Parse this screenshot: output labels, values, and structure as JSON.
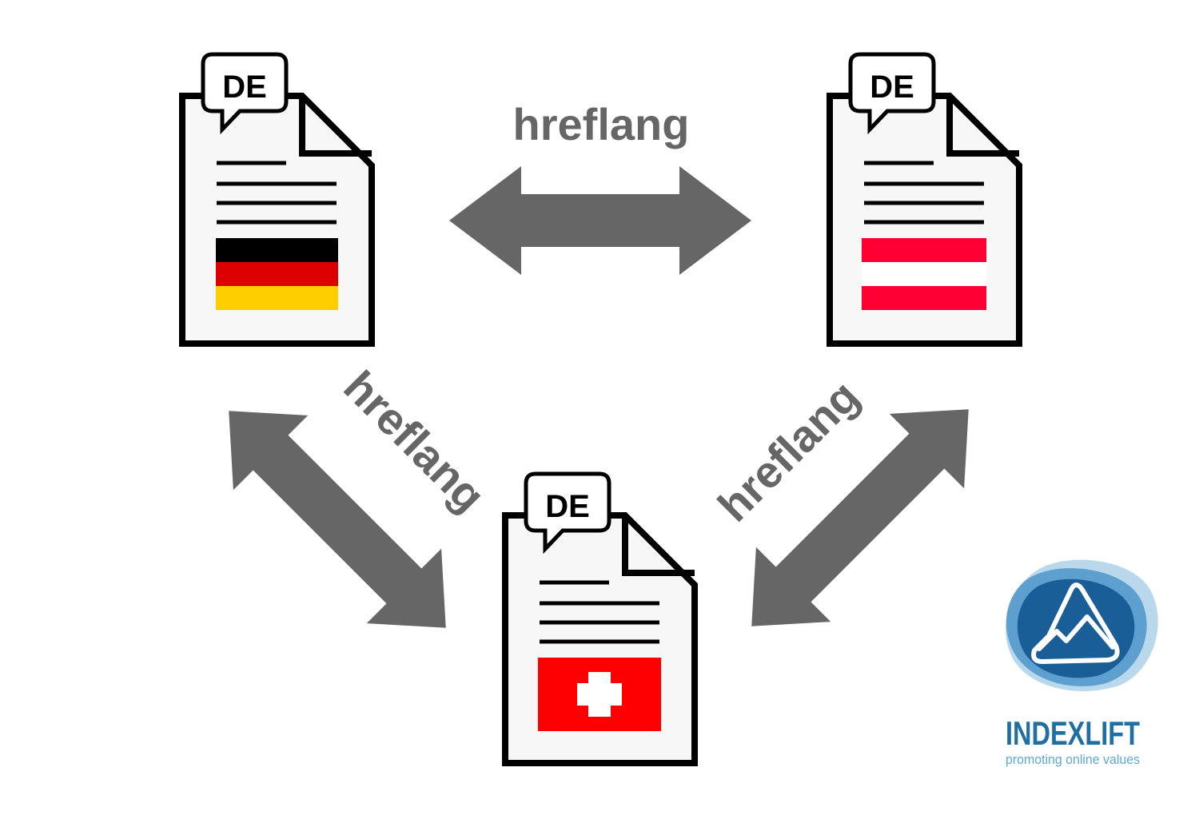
{
  "documents": [
    {
      "id": "germany",
      "language_tag": "DE",
      "flag": "germany",
      "flag_colors": [
        "#000000",
        "#dd0000",
        "#ffce00"
      ]
    },
    {
      "id": "austria",
      "language_tag": "DE",
      "flag": "austria",
      "flag_colors": [
        "#ff0033",
        "#ffffff",
        "#ff0033"
      ]
    },
    {
      "id": "switzerland",
      "language_tag": "DE",
      "flag": "switzerland",
      "flag_colors": [
        "#ff0000",
        "#ffffff"
      ]
    }
  ],
  "links": [
    {
      "from": "germany",
      "to": "austria",
      "label": "hreflang"
    },
    {
      "from": "germany",
      "to": "switzerland",
      "label": "hreflang"
    },
    {
      "from": "austria",
      "to": "switzerland",
      "label": "hreflang"
    }
  ],
  "logo": {
    "name": "INDEXLIFT",
    "tagline": "promoting online values"
  },
  "colors": {
    "arrow": "#666666",
    "outline": "#000000",
    "page": "#f7f7f7",
    "brand": "#1f6fa3"
  }
}
